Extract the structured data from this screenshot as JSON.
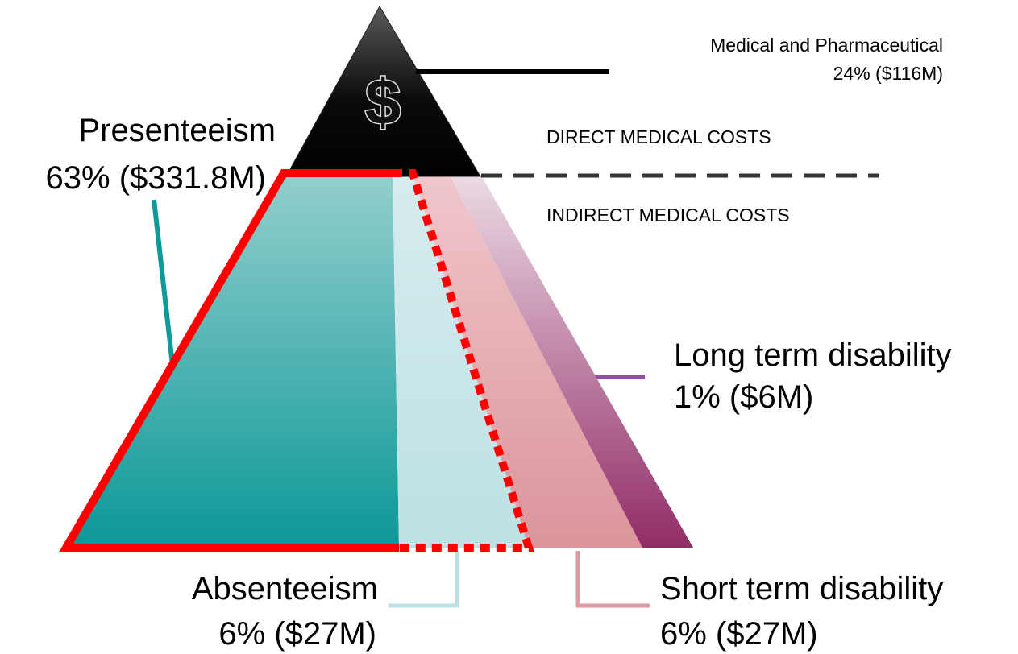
{
  "apex": {
    "symbol": "$",
    "label_line1": "Medical and Pharmaceutical",
    "label_line2": "24% ($116M)"
  },
  "divider": {
    "direct_label": "DIRECT MEDICAL COSTS",
    "indirect_label": "INDIRECT MEDICAL COSTS"
  },
  "segments": {
    "presenteeism": {
      "name": "Presenteeism",
      "value": "63% ($331.8M)",
      "color": "#0f9a9a"
    },
    "absenteeism": {
      "name": "Absenteeism",
      "value": "6% ($27M)",
      "color": "#b9e0e3"
    },
    "short_term": {
      "name": "Short term disability",
      "value": "6% ($27M)",
      "color": "#de9aa2"
    },
    "long_term": {
      "name": "Long term disability",
      "value": "1% ($6M)",
      "color": "#8e2e66"
    }
  },
  "colors": {
    "highlight_outline": "#ff0000",
    "apex_fill": "#000000",
    "presenteeism_leader": "#0f9a9a",
    "absenteeism_leader": "#b9e0e3",
    "short_term_leader": "#de9aa2",
    "long_term_leader": "#8e4fa6"
  }
}
